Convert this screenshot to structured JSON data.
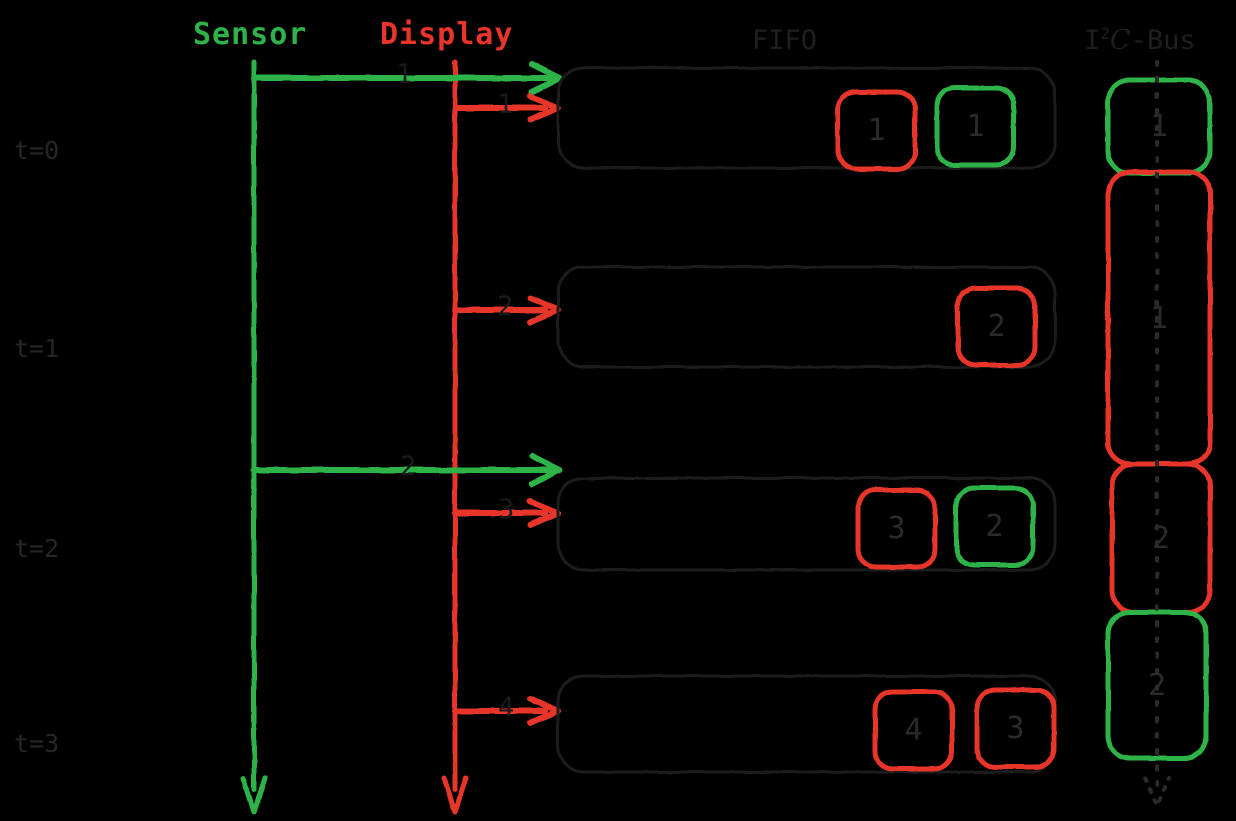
{
  "diagram": {
    "title_sensor": "Sensor",
    "title_display": "Display",
    "title_fifo": "FIFO",
    "bus_title_main": "I",
    "bus_title_sup": "2",
    "bus_title_c": "C",
    "bus_title_rest": "-Bus",
    "colors": {
      "background": "#000000",
      "sensor_green": "#2eb34a",
      "display_red": "#e8342a",
      "outline_gray": "#1a1a1a",
      "text_gray": "#262626"
    },
    "time_labels": [
      {
        "id": "t0",
        "text": "t=0"
      },
      {
        "id": "t1",
        "text": "t=1"
      },
      {
        "id": "t2",
        "text": "t=2"
      },
      {
        "id": "t3",
        "text": "t=3"
      }
    ],
    "messages": [
      {
        "id": "m-sensor-t0",
        "source": "Sensor",
        "color": "green",
        "label": "1",
        "row": "t=0"
      },
      {
        "id": "m-display-t0",
        "source": "Display",
        "color": "red",
        "label": "1",
        "row": "t=0"
      },
      {
        "id": "m-display-t1",
        "source": "Display",
        "color": "red",
        "label": "2",
        "row": "t=1"
      },
      {
        "id": "m-sensor-t2",
        "source": "Sensor",
        "color": "green",
        "label": "2",
        "row": "t=2"
      },
      {
        "id": "m-display-t2",
        "source": "Display",
        "color": "red",
        "label": "3",
        "row": "t=2"
      },
      {
        "id": "m-display-t3",
        "source": "Display",
        "color": "red",
        "label": "4",
        "row": "t=3"
      }
    ],
    "fifo_rows": [
      {
        "row": "t=0",
        "cells": [
          {
            "value": "1",
            "color": "red"
          },
          {
            "value": "1",
            "color": "green"
          }
        ]
      },
      {
        "row": "t=1",
        "cells": [
          {
            "value": "2",
            "color": "red"
          }
        ]
      },
      {
        "row": "t=2",
        "cells": [
          {
            "value": "3",
            "color": "red"
          },
          {
            "value": "2",
            "color": "green"
          }
        ]
      },
      {
        "row": "t=3",
        "cells": [
          {
            "value": "4",
            "color": "red"
          },
          {
            "value": "3",
            "color": "red"
          }
        ]
      }
    ],
    "bus_slots": [
      {
        "value": "1",
        "color": "green"
      },
      {
        "value": "1",
        "color": "red"
      },
      {
        "value": "2",
        "color": "red"
      },
      {
        "value": "2",
        "color": "green"
      }
    ]
  }
}
